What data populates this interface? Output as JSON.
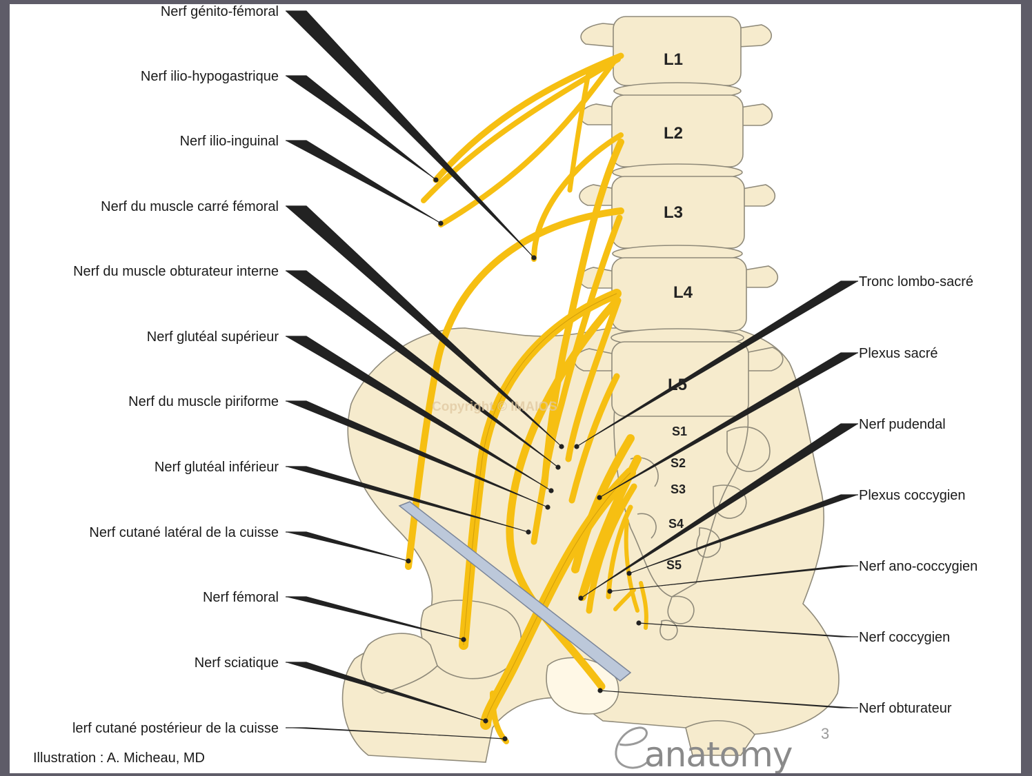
{
  "vertebrae": {
    "L1": "L1",
    "L2": "L2",
    "L3": "L3",
    "L4": "L4",
    "L5": "L5",
    "S1": "S1",
    "S2": "S2",
    "S3": "S3",
    "S4": "S4",
    "S5": "S5"
  },
  "labels_left": [
    "Nerf génito-fémoral",
    "Nerf ilio-hypogastrique",
    "Nerf ilio-inguinal",
    "Nerf du muscle carré fémoral",
    "Nerf du muscle obturateur interne",
    "Nerf glutéal supérieur",
    "Nerf du muscle piriforme",
    "Nerf glutéal inférieur",
    "Nerf cutané latéral de la cuisse",
    "Nerf fémoral",
    "Nerf sciatique",
    "lerf cutané postérieur de la cuisse"
  ],
  "labels_right": [
    "Tronc lombo-sacré",
    "Plexus sacré",
    "Nerf pudendal",
    "Plexus coccygien",
    "Nerf ano-coccygien",
    "Nerf coccygien",
    "Nerf obturateur"
  ],
  "credit": "Illustration : A. Micheau, MD",
  "watermark": "Copyright © IMAIOS",
  "logo": {
    "mark": "e",
    "text": "anatomy"
  },
  "page_number": "3",
  "colors": {
    "bone": "#f6ebcd",
    "bone_stroke": "#8f8a7a",
    "nerve": "#f6bf12",
    "nerve_stroke": "#b07d00",
    "ligament": "#bcc8da"
  }
}
